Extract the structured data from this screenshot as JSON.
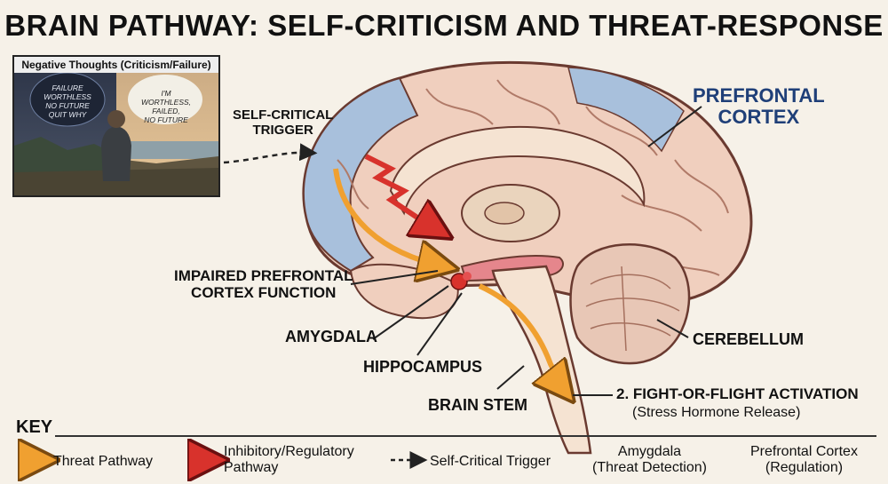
{
  "title": "BRAIN PATHWAY: SELF-CRITICISM AND THREAT-RESPONSE",
  "photo": {
    "caption": "Negative Thoughts (Criticism/Failure)",
    "left_bubble": [
      "FAILURE",
      "WORTHLESS",
      "NO FUTURE",
      "QUIT WHY"
    ],
    "right_bubble": [
      "I'M WORTHLESS,",
      "FAILED,",
      "NO FUTURE"
    ]
  },
  "labels": {
    "trigger": [
      "SELF-CRITICAL",
      "TRIGGER"
    ],
    "pfc": [
      "PREFRONTAL",
      "CORTEX"
    ],
    "impaired": [
      "IMPAIRED PREFRONTAL",
      "CORTEX FUNCTION"
    ],
    "amygdala": "AMYGDALA",
    "hippocampus": "HIPPOCAMPUS",
    "brainstem": "BRAIN STEM",
    "cerebellum": "CEREBELLUM",
    "fight_flight": "2. FIGHT-OR-FLIGHT ACTIVATION",
    "fight_flight_sub": "(Stress Hormone Release)"
  },
  "key": {
    "title": "KEY",
    "threat": "Threat Pathway",
    "inhibitory": [
      "Inhibitory/Regulatory",
      "Pathway"
    ],
    "trigger": "Self-Critical Trigger",
    "amygdala": [
      "Amygdala",
      "(Threat Detection)"
    ],
    "pfc": [
      "Prefrontal Cortex",
      "(Regulation)"
    ]
  },
  "colors": {
    "threat": "#f0a030",
    "inhibitory": "#d8322c",
    "pfc_blue": "#a8c0dc",
    "brain": "#f0cfbe",
    "pfc_label": "#1f3f78"
  }
}
